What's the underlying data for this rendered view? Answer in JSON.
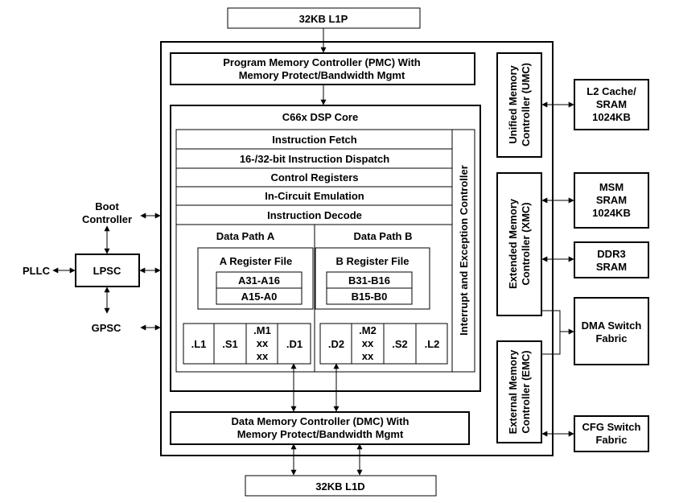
{
  "l1p": "32KB L1P",
  "l1d": "32KB L1D",
  "pmc": {
    "line1": "Program Memory Controller (PMC) With",
    "line2": "Memory Protect/Bandwidth Mgmt"
  },
  "dmc": {
    "line1": "Data Memory Controller (DMC) With",
    "line2": "Memory Protect/Bandwidth Mgmt"
  },
  "core": {
    "title": "C66x DSP Core",
    "stages": [
      "Instruction Fetch",
      "16-/32-bit Instruction Dispatch",
      "Control Registers",
      "In-Circuit Emulation",
      "Instruction Decode"
    ],
    "interrupt_controller": "Interrupt and Exception Controller",
    "path_a": {
      "title": "Data Path A",
      "regfile_title": "A Register File",
      "regs": [
        "A31-A16",
        "A15-A0"
      ],
      "units": [
        ".L1",
        ".S1",
        ".M1|xx|xx",
        ".D1"
      ]
    },
    "path_b": {
      "title": "Data Path B",
      "regfile_title": "B Register File",
      "regs": [
        "B31-B16",
        "B15-B0"
      ],
      "units": [
        ".D2",
        ".M2|xx|xx",
        ".S2",
        ".L2"
      ]
    }
  },
  "umc": "Unified Memory|Controller (UMC)",
  "xmc": "Extended Memory|Controller (XMC)",
  "emc": "External Memory|Controller (EMC)",
  "external": {
    "l2": "L2 Cache/|SRAM|1024KB",
    "msm": "MSM|SRAM|1024KB",
    "ddr3": "DDR3|SRAM",
    "dma": "DMA Switch|Fabric",
    "cfg": "CFG Switch|Fabric"
  },
  "left": {
    "boot": "Boot|Controller",
    "pllc": "PLLC",
    "lpsc": "LPSC",
    "gpsc": "GPSC"
  },
  "colors": {
    "stroke": "#000000",
    "background": "#ffffff"
  }
}
